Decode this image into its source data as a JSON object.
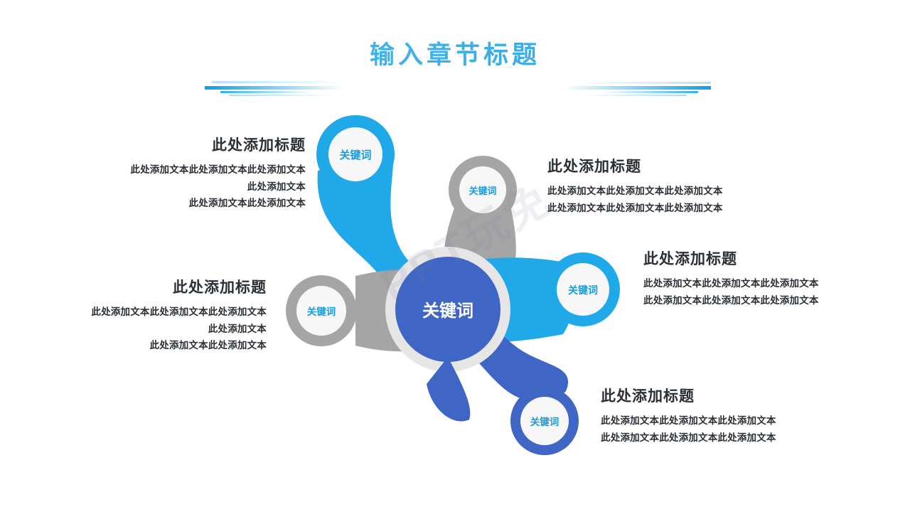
{
  "header": {
    "title": "输入章节标题",
    "decoration_left": "gradient-lines-left",
    "decoration_right": "gradient-lines-right"
  },
  "watermark": {
    "text": "PPT玩免"
  },
  "colors": {
    "cyan": "#1FA9E8",
    "gray": "#A5A5A5",
    "royal_blue": "#3F66C4",
    "center_ring": "#E6E6E6",
    "node_inner": "#F7F7F7",
    "label_blue": "#1C9BDB",
    "title_text": "#2B2F36",
    "title_gradient_start": "#7EC9F0",
    "title_gradient_end": "#39ACE9"
  },
  "diagram": {
    "type": "hub-and-spoke",
    "center": {
      "label": "关键词",
      "color": "#3F66C4",
      "ring_color": "#E6E6E6",
      "label_color": "#FFFFFF"
    },
    "nodes": [
      {
        "id": "node-top-left",
        "label": "关键词",
        "color": "#1FA9E8",
        "label_color": "#1C9BDB"
      },
      {
        "id": "node-top-mid",
        "label": "关键词",
        "color": "#A5A5A5",
        "label_color": "#1C9BDB"
      },
      {
        "id": "node-right",
        "label": "关键词",
        "color": "#1FA9E8",
        "label_color": "#1C9BDB"
      },
      {
        "id": "node-left",
        "label": "关键词",
        "color": "#A5A5A5",
        "label_color": "#1C9BDB"
      },
      {
        "id": "node-bottom",
        "label": "关键词",
        "color": "#3F66C4",
        "label_color": "#1C9BDB"
      }
    ]
  },
  "text_blocks": [
    {
      "id": "block-top-left",
      "align": "right",
      "heading": "此处添加标题",
      "lines": [
        "此处添加文本此处添加文本此处添加文本",
        "此处添加文本",
        "此处添加文本此处添加文本"
      ]
    },
    {
      "id": "block-bottom-left",
      "align": "right",
      "heading": "此处添加标题",
      "lines": [
        "此处添加文本此处添加文本此处添加文本",
        "此处添加文本",
        "此处添加文本此处添加文本"
      ]
    },
    {
      "id": "block-top-right",
      "align": "left",
      "heading": "此处添加标题",
      "lines": [
        "此处添加文本此处添加文本此处添加文本",
        "此处添加文本此处添加文本此处添加文本"
      ]
    },
    {
      "id": "block-middle-right",
      "align": "left",
      "heading": "此处添加标题",
      "lines": [
        "此处添加文本此处添加文本此处添加文本",
        "此处添加文本此处添加文本此处添加文本"
      ]
    },
    {
      "id": "block-bottom-right",
      "align": "left",
      "heading": "此处添加标题",
      "lines": [
        "此处添加文本此处添加文本此处添加文本",
        "此处添加文本此处添加文本此处添加文本"
      ]
    }
  ]
}
